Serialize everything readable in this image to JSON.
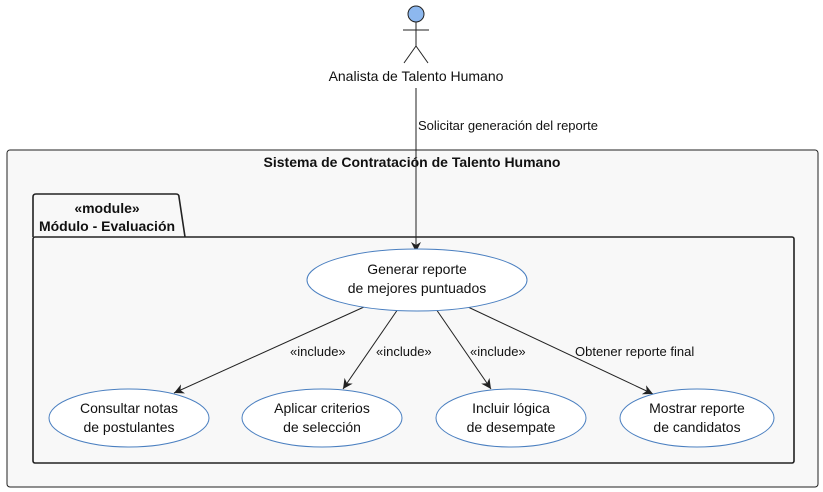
{
  "actor": {
    "name": "Analista de Talento Humano",
    "fill_color": "#8db8ef"
  },
  "system": {
    "title": "Sistema de Contratación de Talento Humano",
    "background": "#f8f8f8"
  },
  "module": {
    "stereotype": "«module»",
    "name": "Módulo - Evaluación"
  },
  "use_cases": {
    "main": {
      "line1": "Generar reporte",
      "line2": "de mejores puntuados"
    },
    "consultar": {
      "line1": "Consultar notas",
      "line2": "de postulantes"
    },
    "aplicar": {
      "line1": "Aplicar criterios",
      "line2": "de selección"
    },
    "incluir": {
      "line1": "Incluir lógica",
      "line2": "de desempate"
    },
    "mostrar": {
      "line1": "Mostrar reporte",
      "line2": "de candidatos"
    }
  },
  "relations": {
    "actor_request": "Solicitar generación del reporte",
    "include_1": "«include»",
    "include_2": "«include»",
    "include_3": "«include»",
    "final": "Obtener reporte final"
  },
  "colors": {
    "usecase_border": "#4a7fc0",
    "line": "#222222"
  }
}
